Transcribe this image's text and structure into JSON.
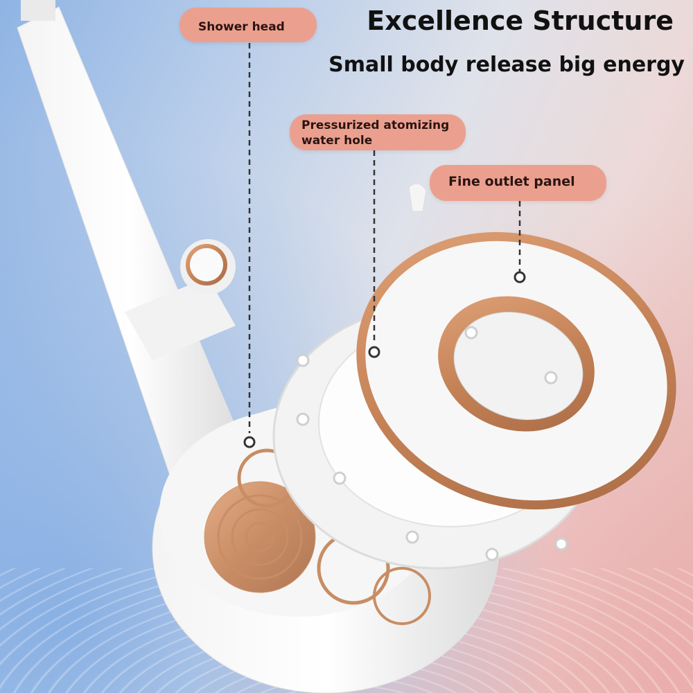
{
  "headline": {
    "title": "Excellence Structure",
    "subtitle": "Small body release big energy"
  },
  "callouts": [
    {
      "label": "Shower head"
    },
    {
      "label": "Pressurized atomizing\nwater hole"
    },
    {
      "label": "Fine outlet panel"
    }
  ],
  "colors": {
    "callout_bg": "#eba08f",
    "copper_accent": "#c98a5e",
    "text": "#111111"
  }
}
